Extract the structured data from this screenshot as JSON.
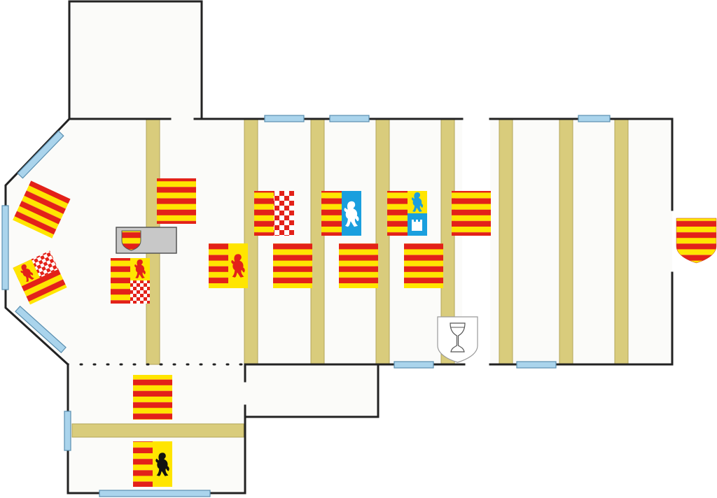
{
  "colors": {
    "wall": "#222222",
    "floor": "#fbfbf9",
    "window": "#aad4ec",
    "window_edge": "#5a8fb0",
    "beam": "#d9cc7c",
    "beam_edge": "#b3a65a",
    "heraldic_red": "#e32119",
    "heraldic_yellow": "#ffe500",
    "heraldic_blue": "#1a9fde",
    "heraldic_black": "#111111",
    "altar": "#c8c8c8",
    "silver": "#ffffff"
  },
  "icons": [
    "floorplan-diagram",
    "striped-coat-of-arms-icon",
    "checkered-coat-of-arms-icon",
    "lion-coat-of-arms-icon",
    "chalice-shield-icon",
    "altar-icon"
  ],
  "coats_of_arms": [
    {
      "name": "tilted-striped-banner-icon",
      "design": "stripes"
    },
    {
      "name": "tilted-lion-checker-banner-icon",
      "design": "quarterly-lion-checky"
    },
    {
      "name": "choir-striped-banner-icon",
      "design": "stripes"
    },
    {
      "name": "lion-checker-banner-icon",
      "design": "quarterly-lion-checky"
    },
    {
      "name": "striped-checker-banner-icon",
      "design": "stripes-checky"
    },
    {
      "name": "striped-blue-lion-banner-icon",
      "design": "stripes-blue-lion"
    },
    {
      "name": "striped-lion-castle-banner-icon",
      "design": "stripes-lion-castle"
    },
    {
      "name": "striped-banner-icon",
      "design": "stripes"
    },
    {
      "name": "striped-red-lion-banner-icon",
      "design": "stripes-red-lion"
    },
    {
      "name": "striped-shield-icon",
      "design": "stripes"
    },
    {
      "name": "chalice-shield-icon",
      "design": "chalice"
    },
    {
      "name": "striped-black-lion-banner-icon",
      "design": "stripes-black-lion"
    }
  ]
}
